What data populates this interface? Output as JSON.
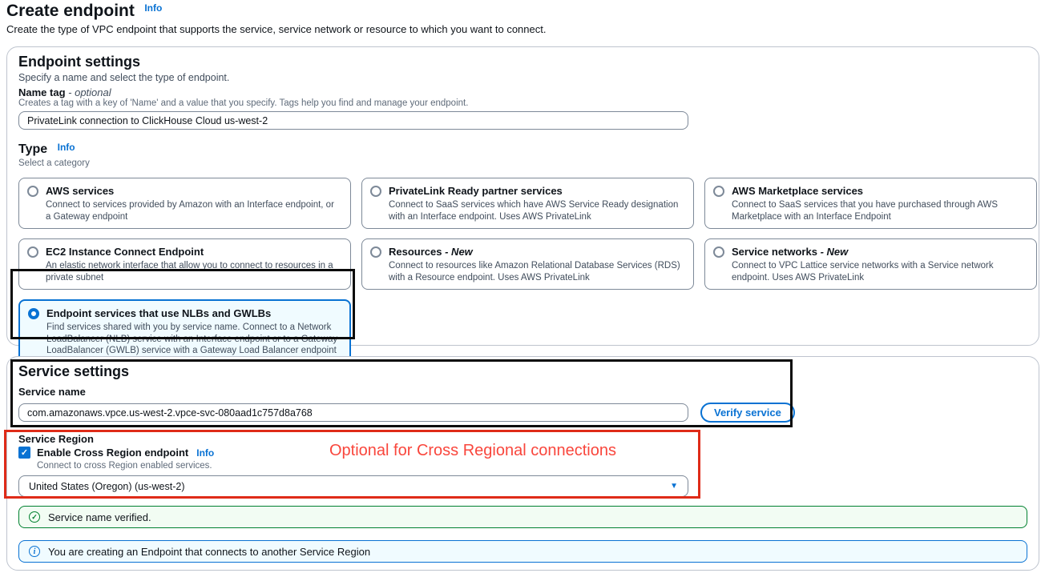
{
  "page": {
    "title": "Create endpoint",
    "title_info": "Info",
    "subtitle": "Create the type of VPC endpoint that supports the service, service network or resource to which you want to connect."
  },
  "endpoint_settings": {
    "title": "Endpoint settings",
    "description": "Specify a name and select the type of endpoint.",
    "name_tag": {
      "label": "Name tag",
      "optional": "- optional",
      "helper": "Creates a tag with a key of 'Name' and a value that you specify. Tags help you find and manage your endpoint.",
      "value": "PrivateLink connection to ClickHouse Cloud us-west-2"
    },
    "type": {
      "label": "Type",
      "info": "Info",
      "helper": "Select a category",
      "options": [
        {
          "title": "AWS services",
          "suffix": "",
          "description": "Connect to services provided by Amazon with an Interface endpoint, or a Gateway endpoint",
          "selected": false
        },
        {
          "title": "PrivateLink Ready partner services",
          "suffix": "",
          "description": "Connect to SaaS services which have AWS Service Ready designation with an Interface endpoint. Uses AWS PrivateLink",
          "selected": false
        },
        {
          "title": "AWS Marketplace services",
          "suffix": "",
          "description": "Connect to SaaS services that you have purchased through AWS Marketplace with an Interface Endpoint",
          "selected": false
        },
        {
          "title": "EC2 Instance Connect Endpoint",
          "suffix": "",
          "description": "An elastic network interface that allow you to connect to resources in a private subnet",
          "selected": false
        },
        {
          "title": "Resources",
          "suffix": "- New",
          "description": "Connect to resources like Amazon Relational Database Services (RDS) with a Resource endpoint. Uses AWS PrivateLink",
          "selected": false
        },
        {
          "title": "Service networks",
          "suffix": "- New",
          "description": "Connect to VPC Lattice service networks with a Service network endpoint. Uses AWS PrivateLink",
          "selected": false
        },
        {
          "title": "Endpoint services that use NLBs and GWLBs",
          "suffix": "",
          "description": "Find services shared with you by service name. Connect to a Network LoadBalancer (NLB) service with an Interface endpoint or to a Gateway LoadBalancer (GWLB) service with a Gateway Load Balancer endpoint",
          "selected": true
        }
      ]
    }
  },
  "service_settings": {
    "title": "Service settings",
    "service_name": {
      "label": "Service name",
      "value": "com.amazonaws.vpce.us-west-2.vpce-svc-080aad1c757d8a768"
    },
    "verify_button": "Verify service",
    "service_region": {
      "label": "Service Region",
      "checkbox_label": "Enable Cross Region endpoint",
      "checkbox_info": "Info",
      "checkbox_checked": true,
      "helper": "Connect to cross Region enabled services.",
      "selected_region": "United States (Oregon) (us-west-2)"
    },
    "alerts": {
      "success": "Service name verified.",
      "info": "You are creating an Endpoint that connects to another Service Region"
    }
  },
  "annotations": {
    "red_note": "Optional for Cross Regional connections"
  },
  "icons": {
    "dropdown_arrow": "▼",
    "checkbox_check": "✓",
    "success_check": "✓",
    "info_i": "i"
  },
  "colors": {
    "link_blue": "#0972d3",
    "selected_tile_bg": "#f0fbff",
    "success_green": "#00802f",
    "success_bg": "#f2fcf3",
    "info_bg": "#f0fbff",
    "annotation_black": "#0a0a0a",
    "annotation_red": "#df2b18",
    "annotation_red_text": "#f9463c"
  }
}
